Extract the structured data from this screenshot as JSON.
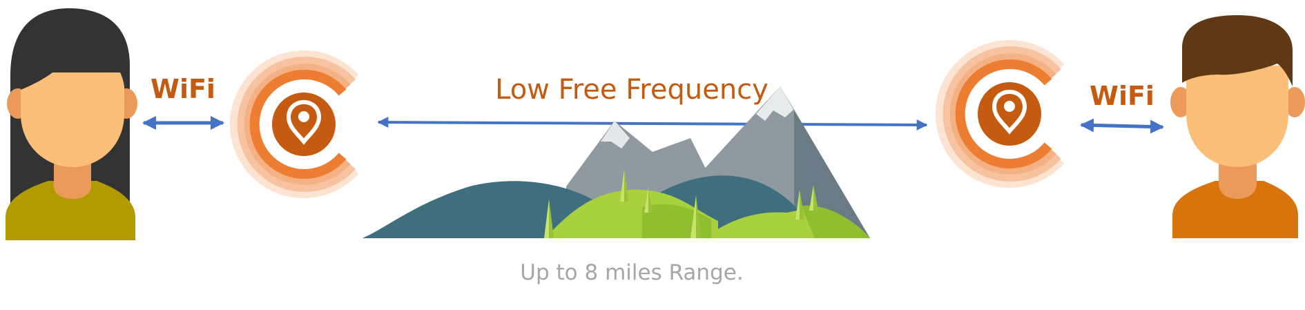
{
  "labels": {
    "wifi_left": "WiFi",
    "wifi_right": "WiFi",
    "frequency": "Low Free Frequency",
    "range": "Up to 8 miles Range."
  },
  "colors": {
    "link_arrow": "#4472c4",
    "label_text": "#c55a11",
    "range_text": "#a6a6a6",
    "device_ring": "#ed7d31",
    "device_core": "#c55a11",
    "skin": "#fbbf79",
    "female_hair": "#333333",
    "female_shirt": "#b19b00",
    "male_hair": "#5f3815",
    "male_shirt": "#d8740c",
    "mountain_gray": "#8e9a9f",
    "hill_teal": "#3f6e7f",
    "hill_green": "#a9d03d"
  },
  "icons": {
    "female_user": "female-user-icon",
    "male_user": "male-user-icon",
    "device": "location-pin-device-icon",
    "terrain": "mountain-landscape-icon"
  }
}
